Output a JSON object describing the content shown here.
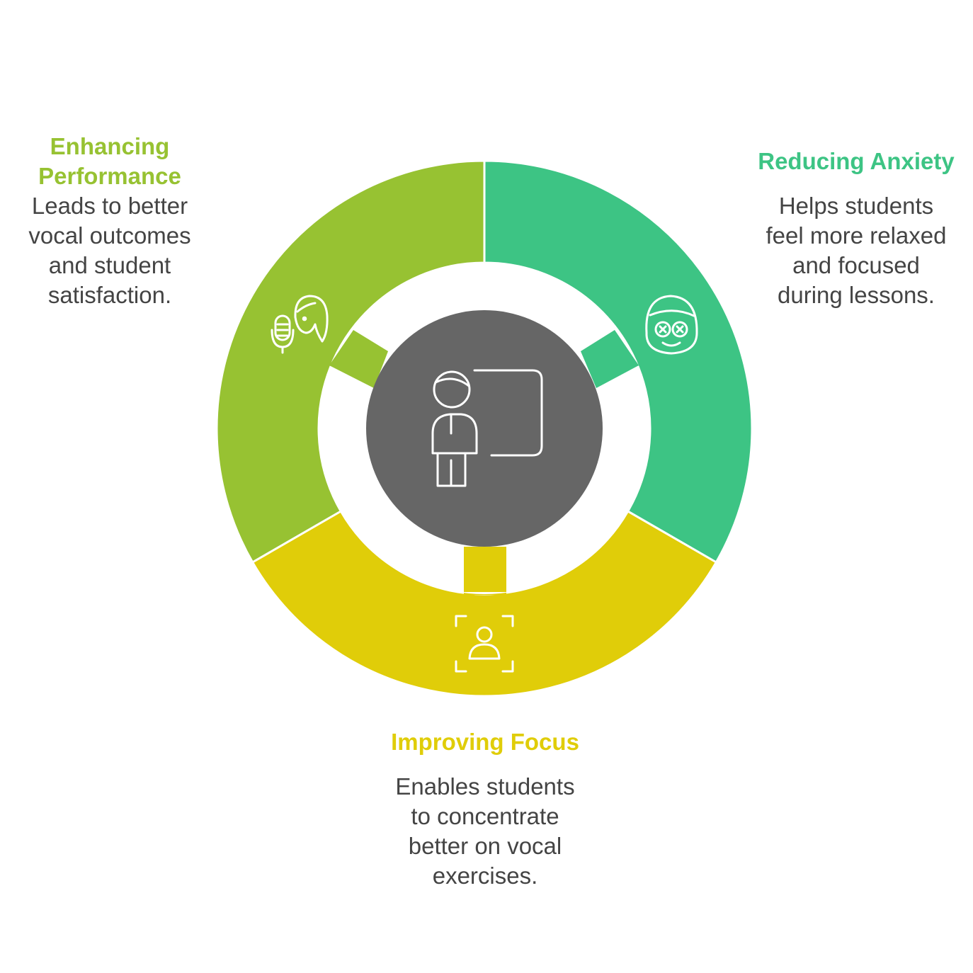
{
  "colors": {
    "performance": "#97C232",
    "anxiety": "#3DC484",
    "focus": "#E0CD09",
    "center": "#666666",
    "text": "#444444"
  },
  "center": {
    "icon": "teacher-whiteboard-icon"
  },
  "segments": [
    {
      "id": "performance",
      "title_lines": [
        "Enhancing",
        "Performance"
      ],
      "description_lines": [
        "Leads to better",
        "vocal outcomes",
        "and student",
        "satisfaction."
      ],
      "icon": "singer-microphone-icon"
    },
    {
      "id": "anxiety",
      "title_lines": [
        "Reducing Anxiety"
      ],
      "description_lines": [
        "Helps students",
        "feel more relaxed",
        "and focused",
        "during lessons."
      ],
      "icon": "face-mask-relax-icon"
    },
    {
      "id": "focus",
      "title_lines": [
        "Improving Focus"
      ],
      "description_lines": [
        "Enables students",
        "to concentrate",
        "better on vocal",
        "exercises."
      ],
      "icon": "focus-person-icon"
    }
  ]
}
